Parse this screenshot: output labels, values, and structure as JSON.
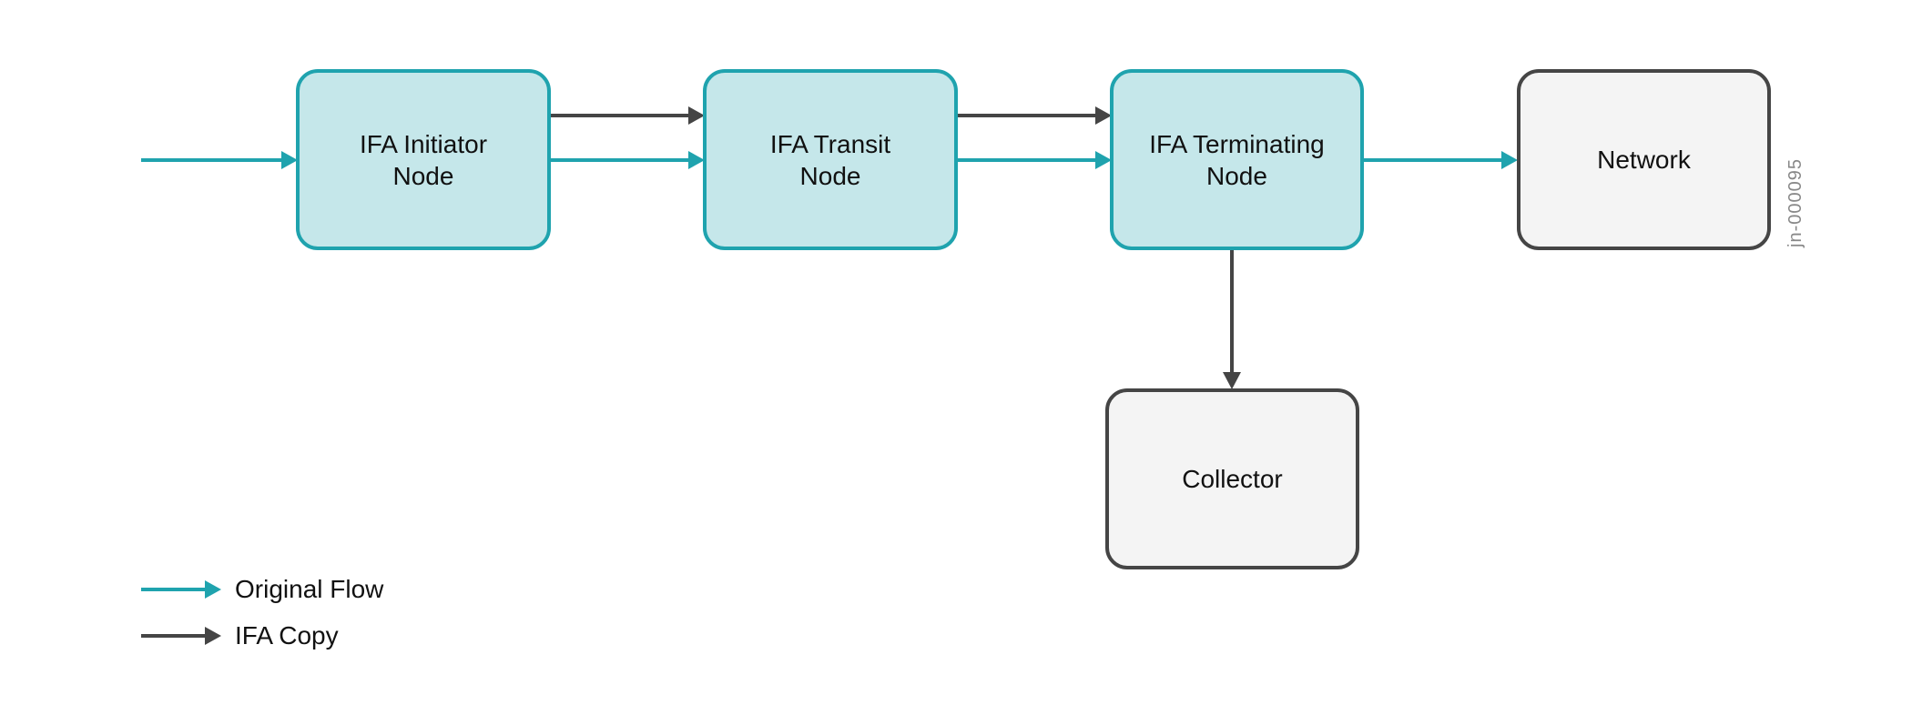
{
  "diagram": {
    "figure_id": "jn-000095",
    "colors": {
      "original_flow": "#1fa3ae",
      "ifa_copy": "#454545",
      "ifa_node_fill": "#c5e7ea",
      "plain_node_fill": "#f4f4f4",
      "plain_node_border": "#454545"
    },
    "nodes": [
      {
        "id": "initiator",
        "label": "IFA Initiator\nNode",
        "style": "teal"
      },
      {
        "id": "transit",
        "label": "IFA Transit\nNode",
        "style": "teal"
      },
      {
        "id": "terminating",
        "label": "IFA Terminating\nNode",
        "style": "teal"
      },
      {
        "id": "network",
        "label": "Network",
        "style": "grey"
      },
      {
        "id": "collector",
        "label": "Collector",
        "style": "grey"
      }
    ],
    "edges": [
      {
        "from": "source",
        "to": "initiator",
        "type": "original_flow"
      },
      {
        "from": "initiator",
        "to": "transit",
        "type": "ifa_copy"
      },
      {
        "from": "initiator",
        "to": "transit",
        "type": "original_flow"
      },
      {
        "from": "transit",
        "to": "terminating",
        "type": "ifa_copy"
      },
      {
        "from": "transit",
        "to": "terminating",
        "type": "original_flow"
      },
      {
        "from": "terminating",
        "to": "network",
        "type": "original_flow"
      },
      {
        "from": "terminating",
        "to": "collector",
        "type": "ifa_copy"
      }
    ]
  },
  "legend": {
    "items": [
      {
        "type": "original_flow",
        "label": "Original Flow"
      },
      {
        "type": "ifa_copy",
        "label": "IFA Copy"
      }
    ]
  }
}
